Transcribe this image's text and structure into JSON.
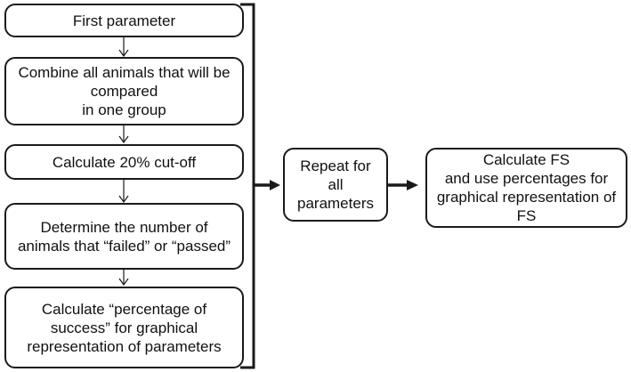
{
  "steps": [
    {
      "text": "First parameter"
    },
    {
      "text": "Combine all animals that will be compared\nin one group"
    },
    {
      "text": "Calculate 20% cut-off"
    },
    {
      "text": "Determine the number of\nanimals that “failed” or “passed”"
    },
    {
      "text": "Calculate “percentage of\nsuccess” for graphical\nrepresentation of parameters"
    }
  ],
  "repeat": {
    "text": "Repeat for\nall\nparameters"
  },
  "final": {
    "text": "Calculate FS\nand use percentages for\ngraphical representation of\nFS"
  }
}
